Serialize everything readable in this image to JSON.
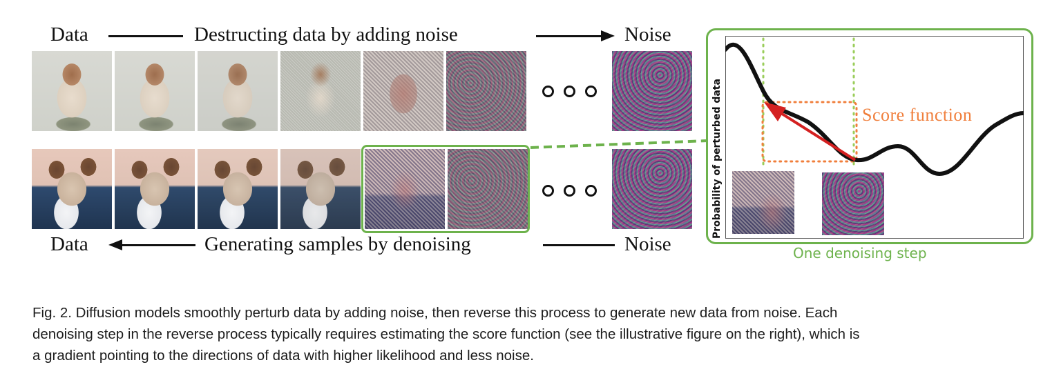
{
  "diagram": {
    "top_row": {
      "left_label": "Data",
      "process_label": "Destructing data by adding noise",
      "right_label": "Noise",
      "direction": "left-to-right",
      "tiles": [
        {
          "id": "t1",
          "content": "clean dog image (beige background)"
        },
        {
          "id": "t2",
          "content": "slightly noised dog image"
        },
        {
          "id": "t3",
          "content": "lightly noised dog image"
        },
        {
          "id": "t4",
          "content": "moderately noised dog image"
        },
        {
          "id": "t5",
          "content": "heavily noised dog image"
        },
        {
          "id": "t6",
          "content": "nearly pure noise"
        },
        {
          "id": "t7",
          "content": "pure noise"
        }
      ],
      "ellipsis": "○ ○ ○"
    },
    "bottom_row": {
      "left_label": "Data",
      "process_label": "Generating samples by denoising",
      "right_label": "Noise",
      "direction": "right-to-left",
      "tiles": [
        {
          "id": "b1",
          "content": "generated clean dog on blue blanket"
        },
        {
          "id": "b2",
          "content": "nearly clean dog"
        },
        {
          "id": "b3",
          "content": "slightly noisy dog"
        },
        {
          "id": "b4",
          "content": "noisy dog"
        },
        {
          "id": "b5",
          "content": "heavily noised dog (highlighted)"
        },
        {
          "id": "b6",
          "content": "nearly pure noise (highlighted)"
        },
        {
          "id": "b7",
          "content": "pure noise"
        }
      ],
      "ellipsis": "○ ○ ○",
      "highlight": "tiles b5-b6 framed in green, dashed connector to score panel"
    },
    "score_panel": {
      "y_axis_label": "Probability of perturbed data",
      "annotation": "Score function",
      "caption": "One denoising step",
      "colors": {
        "frame": "#6db24c",
        "curve": "#111111",
        "score_arrow": "#d42020",
        "score_box": "#f07f3c",
        "step_guides": "#9acd5a"
      }
    }
  },
  "caption": {
    "lines": [
      "Fig. 2.  Diffusion models smoothly perturb data by adding noise, then reverse this process to generate new data from noise. Each",
      "denoising step in the reverse process typically requires estimating the score function (see the illustrative figure on the right), which is",
      "a gradient pointing to the directions of data with higher likelihood and less noise."
    ]
  }
}
